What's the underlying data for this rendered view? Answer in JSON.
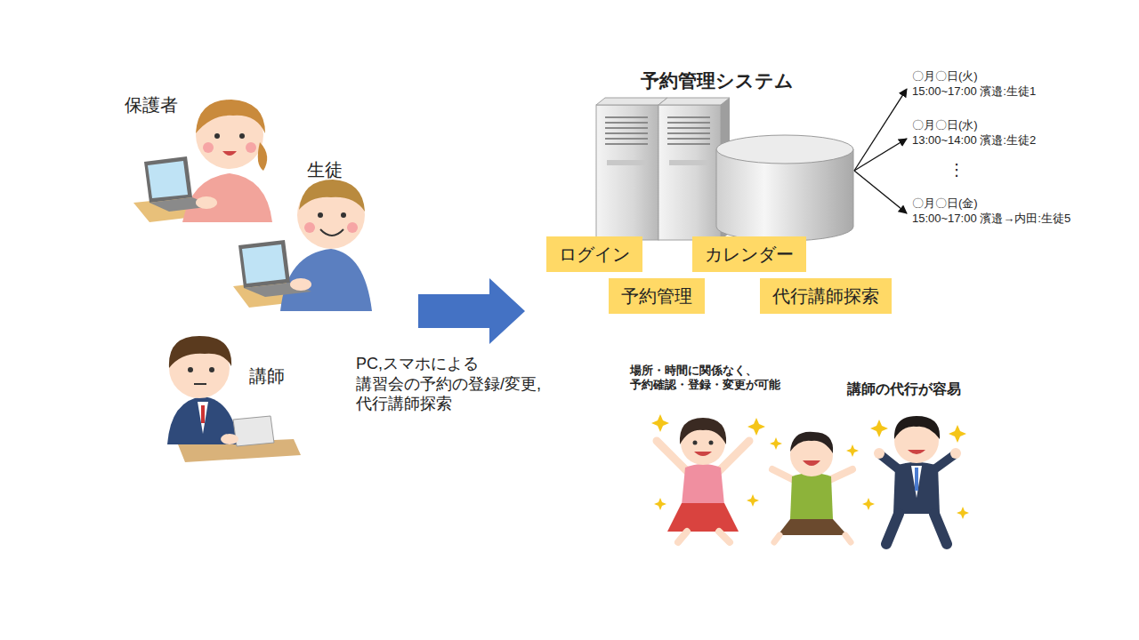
{
  "diagram": {
    "nodes": [
      {
        "text": [
          "ログイン"
        ]
      },
      {
        "text": [
          "カレンダー"
        ]
      },
      {
        "text": [
          "予約管理"
        ]
      },
      {
        "text": [
          "代行講師探索"
        ]
      }
    ],
    "labels": [
      "保護者",
      "生徒",
      "講師",
      "PC,スマホによる 講習会の予約の登録/変更, 代行講師探索",
      "予約管理システム",
      "〇月〇日(火)",
      "15:00~17:00 濱邉:生徒1",
      "〇月〇日(水)",
      "13:00~14:00 濱邉:生徒2",
      "⋮",
      "〇月〇日(金)",
      "15:00~17:00 濱邉→内田:生徒5",
      "場所・時間に関係なく、 予約確認・登録・変更が可能",
      "講師の代行が容易"
    ]
  }
}
